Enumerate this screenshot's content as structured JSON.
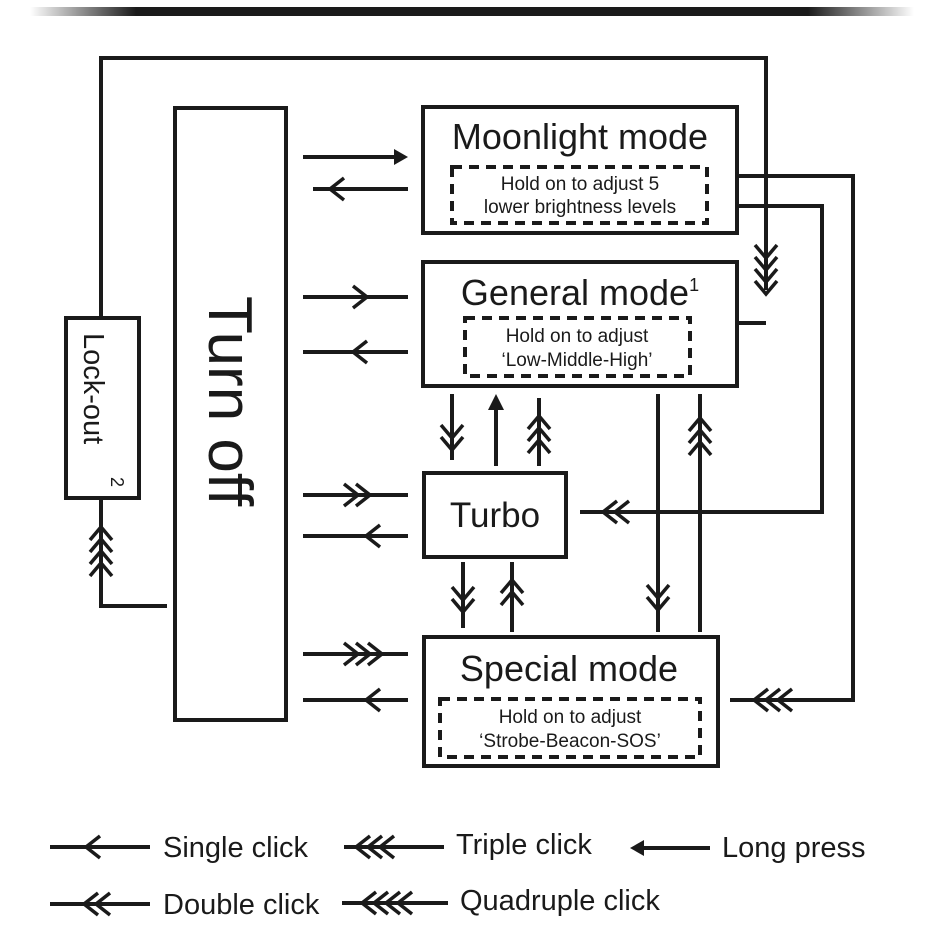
{
  "diagram": {
    "turn_off": "Turn off",
    "lock_out": "Lock-out",
    "lock_out_note": "2",
    "moonlight": {
      "title": "Moonlight mode",
      "hint_line1": "Hold on to adjust 5",
      "hint_line2": "lower brightness levels"
    },
    "general": {
      "title": "General mode",
      "note": "1",
      "hint_line1": "Hold on to adjust",
      "hint_line2": "‘Low-Middle-High’"
    },
    "turbo": {
      "title": "Turbo"
    },
    "special": {
      "title": "Special mode",
      "hint_line1": "Hold on to adjust",
      "hint_line2": "‘Strobe-Beacon-SOS’"
    }
  },
  "legend": {
    "single_click": "Single click",
    "triple_click": "Triple click",
    "long_press": "Long press",
    "double_click": "Double click",
    "quadruple_click": "Quadruple click"
  },
  "colors": {
    "ink": "#1a1a1a",
    "background": "#ffffff"
  }
}
